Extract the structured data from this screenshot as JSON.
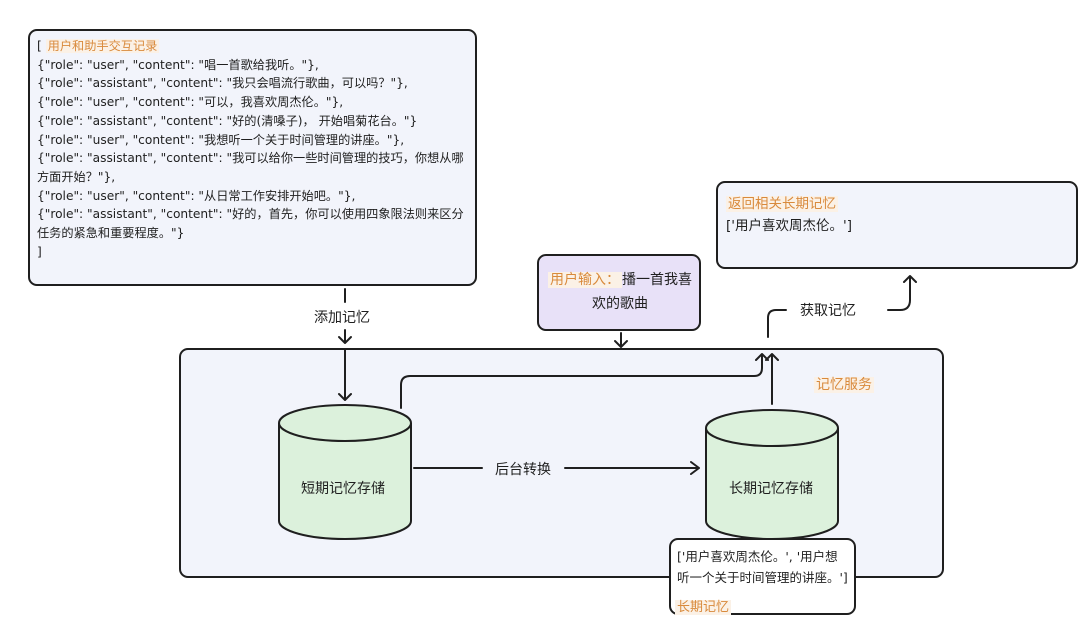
{
  "history": {
    "open_bracket": "[",
    "title": "用户和助手交互记录",
    "lines": [
      "{\"role\": \"user\", \"content\": \"唱一首歌给我听。\"},",
      "{\"role\": \"assistant\", \"content\": \"我只会唱流行歌曲，可以吗？\"},",
      "{\"role\": \"user\", \"content\": \"可以，我喜欢周杰伦。\"},",
      "{\"role\": \"assistant\", \"content\": \"好的(清嗓子)， 开始唱菊花台。\"}",
      "{\"role\": \"user\", \"content\": \"我想听一个关于时间管理的讲座。\"},",
      "{\"role\": \"assistant\", \"content\": \"我可以给你一些时间管理的技巧，你想从哪方面开始？\"},",
      "{\"role\": \"user\", \"content\": \"从日常工作安排开始吧。\"},",
      "{\"role\": \"assistant\", \"content\": \"好的，首先，你可以使用四象限法则来区分任务的紧急和重要程度。\"}"
    ],
    "close_bracket": "]"
  },
  "result": {
    "title": "返回相关长期记忆",
    "value": "['用户喜欢周杰伦。']"
  },
  "user_input": {
    "label": "用户输入：",
    "text": "播一首我喜欢的歌曲"
  },
  "service": {
    "title": "记忆服务",
    "short_term": "短期记忆存储",
    "long_term": "长期记忆存储",
    "convert": "后台转换"
  },
  "lt_memory": {
    "value": "['用户喜欢周杰伦。', '用户想听一个关于时间管理的讲座。']",
    "title": "长期记忆"
  },
  "arrows": {
    "add": "添加记忆",
    "fetch": "获取记忆"
  },
  "colors": {
    "accent_orange": "#d98a3c",
    "cylinder_fill": "#dcf1dc",
    "panel_fill": "#f2f4fb",
    "input_fill": "#e8e1f8",
    "stroke": "#1f1f1f"
  }
}
